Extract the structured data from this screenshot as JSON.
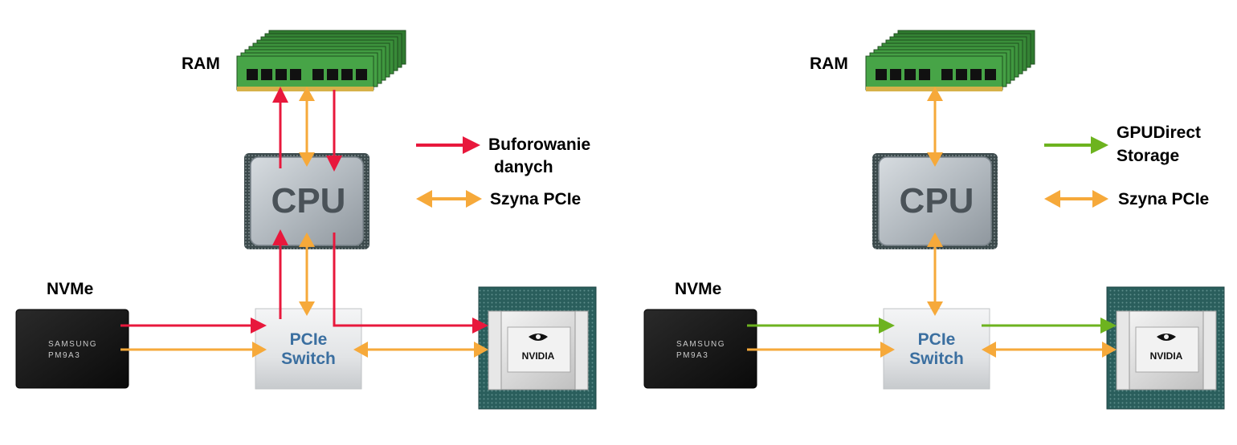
{
  "colors": {
    "red": "#e8183c",
    "orange": "#f6a93a",
    "green": "#6db31f",
    "ram_green": "#3c8f3a",
    "cpu_gray": "#b9c0c6",
    "switch_gray": "#e3e5e6",
    "gpu_teal": "#2a5e5c"
  },
  "left": {
    "ram_label": "RAM",
    "cpu_label": "CPU",
    "switch_label_line1": "PCIe",
    "switch_label_line2": "Switch",
    "nvme_label": "NVMe",
    "ssd_brand": "SAMSUNG",
    "ssd_model": "PM9A3",
    "gpu_logo": "NVIDIA",
    "legend": {
      "item1_line1": "Buforowanie",
      "item1_line2": "danych",
      "item2": "Szyna PCIe"
    }
  },
  "right": {
    "ram_label": "RAM",
    "cpu_label": "CPU",
    "switch_label_line1": "PCIe",
    "switch_label_line2": "Switch",
    "nvme_label": "NVMe",
    "ssd_brand": "SAMSUNG",
    "ssd_model": "PM9A3",
    "gpu_logo": "NVIDIA",
    "legend": {
      "item1_line1": "GPUDirect",
      "item1_line2": "Storage",
      "item2": "Szyna PCIe"
    }
  }
}
